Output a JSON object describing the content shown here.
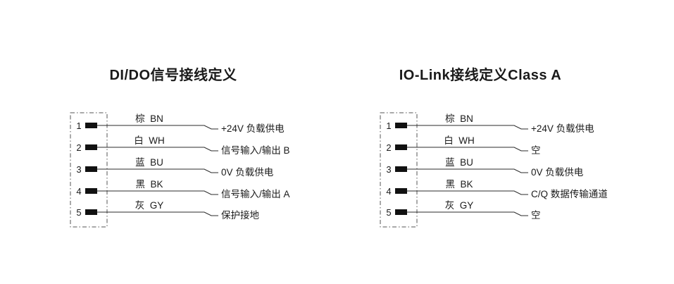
{
  "page": {
    "background": "#ffffff",
    "ink": "#1a1a1a",
    "line_color": "#2b2b2b"
  },
  "diagrams": [
    {
      "title": "DI/DO信号接线定义",
      "pins": [
        {
          "num": "1",
          "color": "棕  BN",
          "func": "+24V 负载供电"
        },
        {
          "num": "2",
          "color": "白  WH",
          "func": "信号输入/输出 B"
        },
        {
          "num": "3",
          "color": "蓝  BU",
          "func": "0V 负载供电"
        },
        {
          "num": "4",
          "color": "黑  BK",
          "func": "信号输入/输出 A"
        },
        {
          "num": "5",
          "color": "灰  GY",
          "func": "保护接地"
        }
      ]
    },
    {
      "title": "IO-Link接线定义Class A",
      "pins": [
        {
          "num": "1",
          "color": "棕  BN",
          "func": "+24V 负载供电"
        },
        {
          "num": "2",
          "color": "白  WH",
          "func": "空"
        },
        {
          "num": "3",
          "color": "蓝  BU",
          "func": "0V 负载供电"
        },
        {
          "num": "4",
          "color": "黑  BK",
          "func": "C/Q 数据传输通道"
        },
        {
          "num": "5",
          "color": "灰  GY",
          "func": "空"
        }
      ]
    }
  ]
}
